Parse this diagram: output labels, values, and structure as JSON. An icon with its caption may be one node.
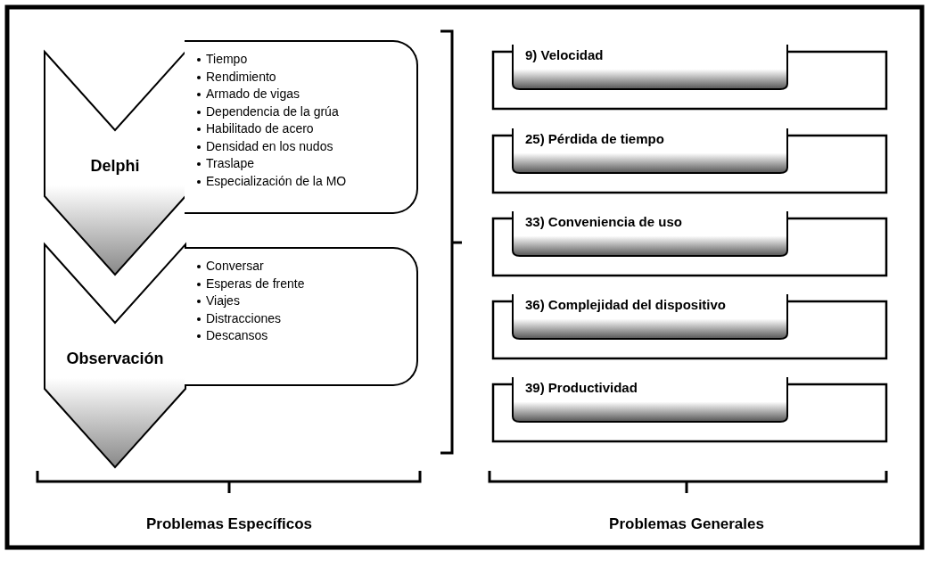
{
  "diagram": {
    "nodes": [
      {
        "text": [
          "Delphi"
        ]
      },
      {
        "text": [
          "Tiempo",
          "Rendimiento",
          "Armado de vigas",
          "Dependencia de la grúa",
          "Habilitado de acero",
          "Densidad en los nudos",
          "Traslape",
          "Especialización de la MO"
        ]
      },
      {
        "text": [
          "Observación"
        ]
      },
      {
        "text": [
          "Conversar",
          "Esperas de frente",
          "Viajes",
          "Distracciones",
          "Descansos"
        ]
      },
      {
        "text": [
          "9) Velocidad"
        ]
      },
      {
        "text": [
          "25) Pérdida de tiempo"
        ]
      },
      {
        "text": [
          "33) Conveniencia de uso"
        ]
      },
      {
        "text": [
          "36) Complejidad del dispositivo"
        ]
      },
      {
        "text": [
          "39) Productividad"
        ]
      }
    ],
    "labels": [
      "Problemas Específicos",
      "Problemas Generales"
    ]
  }
}
